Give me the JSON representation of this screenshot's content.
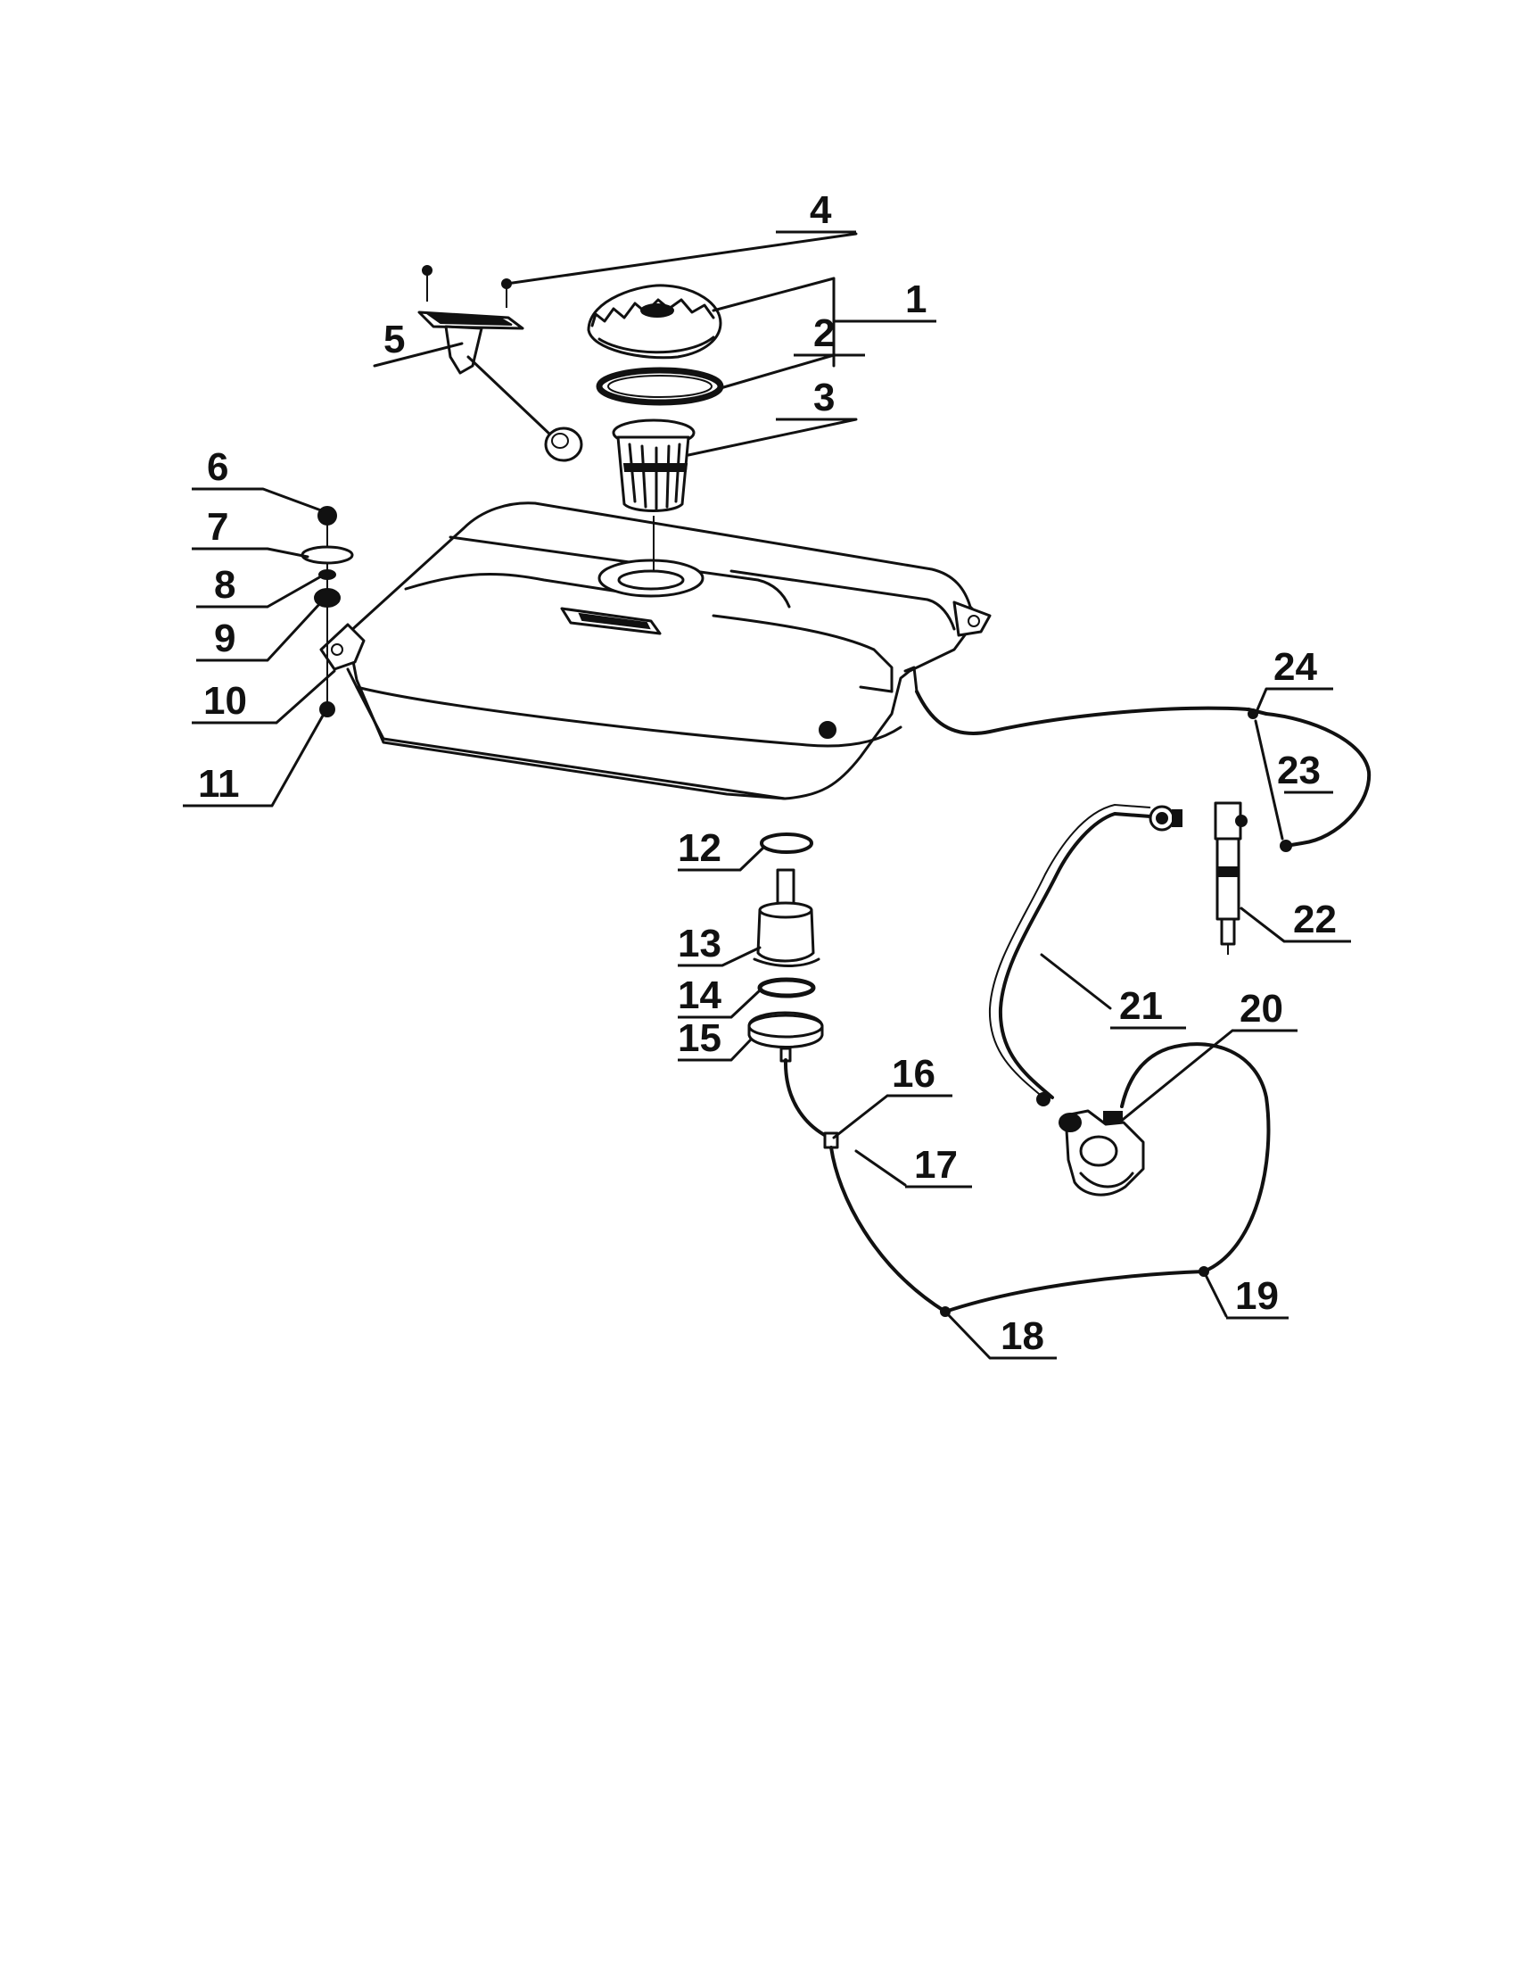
{
  "callouts": [
    {
      "id": "1",
      "label": "1"
    },
    {
      "id": "2",
      "label": "2"
    },
    {
      "id": "3",
      "label": "3"
    },
    {
      "id": "4",
      "label": "4"
    },
    {
      "id": "5",
      "label": "5"
    },
    {
      "id": "6",
      "label": "6"
    },
    {
      "id": "7",
      "label": "7"
    },
    {
      "id": "8",
      "label": "8"
    },
    {
      "id": "9",
      "label": "9"
    },
    {
      "id": "10",
      "label": "10"
    },
    {
      "id": "11",
      "label": "11"
    },
    {
      "id": "12",
      "label": "12"
    },
    {
      "id": "13",
      "label": "13"
    },
    {
      "id": "14",
      "label": "14"
    },
    {
      "id": "15",
      "label": "15"
    },
    {
      "id": "16",
      "label": "16"
    },
    {
      "id": "17",
      "label": "17"
    },
    {
      "id": "18",
      "label": "18"
    },
    {
      "id": "19",
      "label": "19"
    },
    {
      "id": "20",
      "label": "20"
    },
    {
      "id": "21",
      "label": "21"
    },
    {
      "id": "22",
      "label": "22"
    },
    {
      "id": "23",
      "label": "23"
    },
    {
      "id": "24",
      "label": "24"
    }
  ],
  "colors": {
    "ink": "#111111",
    "paper": "#ffffff"
  }
}
